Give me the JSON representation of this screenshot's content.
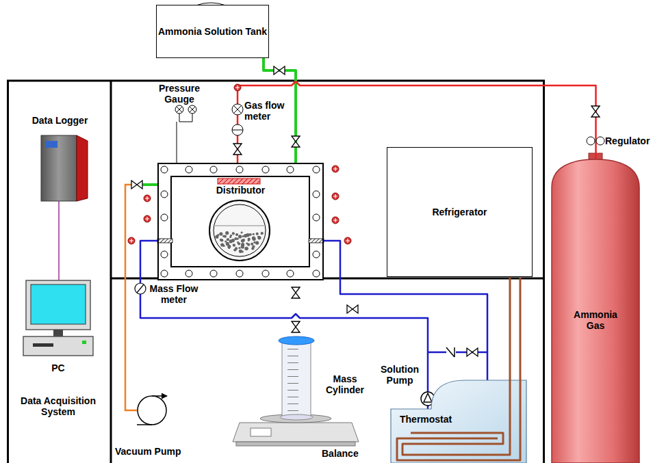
{
  "diagram": {
    "nodes": [
      {
        "text": [
          "Ammonia Solution Tank"
        ]
      },
      {
        "text": [
          "Distributor"
        ]
      },
      {
        "text": [
          "Refrigerator"
        ]
      },
      {
        "text": [
          "Ammonia Gas"
        ]
      },
      {
        "text": [
          "Thermostat"
        ]
      }
    ],
    "edges": [
      {
        "from": 0,
        "to": 1,
        "arrow": "none"
      },
      {
        "from": 3,
        "to": 1,
        "arrow": "none"
      },
      {
        "from": 4,
        "to": 1,
        "arrow": "none"
      },
      {
        "from": 1,
        "to": 4,
        "arrow": "none"
      },
      {
        "from": 2,
        "to": 4,
        "arrow": "none"
      }
    ],
    "labels": [
      "Pressure Gauge",
      "Gas flow meter",
      "Data Logger",
      "Regulator",
      "Mass Flow meter",
      "Solution Pump",
      "Mass Cylinder",
      "PC",
      "Data Acquisition System",
      "Vacuum Pump",
      "Balance"
    ]
  }
}
